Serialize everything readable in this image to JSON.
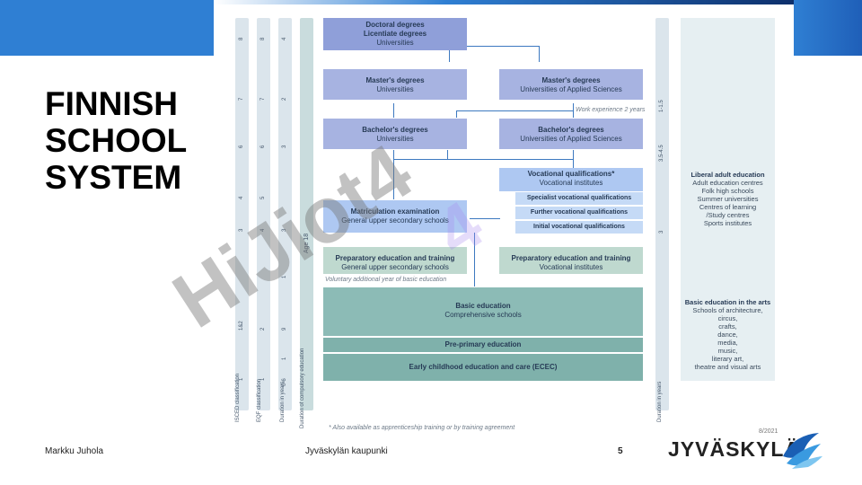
{
  "slide": {
    "title_lines": [
      "FINNISH",
      "SCHOOL",
      "SYSTEM"
    ],
    "author": "Markku Juhola",
    "organization": "Jyväskylän kaupunki",
    "page_number": "5",
    "logo_text": "JYVÄSKYLÄ",
    "date": "8/2021",
    "brand_color": "#2f7fd3"
  },
  "diagram": {
    "left_columns": {
      "col1_values": [
        "8",
        "7",
        "6",
        "4",
        "3",
        "1&2",
        "1"
      ],
      "col1_label": "ISCED classification",
      "col2_values": [
        "8",
        "7",
        "6",
        "5",
        "4",
        "2",
        "1"
      ],
      "col2_label": "EQF classification",
      "col3_values": [
        "4",
        "2",
        "3",
        "3",
        "3",
        "1",
        "9",
        "1",
        "0-6"
      ],
      "col3_label": "Duration in years",
      "col4_label": "Duration of compulsory education",
      "col4_marker": "Age 18"
    },
    "boxes": {
      "doctoral": {
        "title": "Doctoral degrees",
        "title2": "Licentiate degrees",
        "subtitle": "Universities"
      },
      "masters_uni": {
        "title": "Master's degrees",
        "subtitle": "Universities"
      },
      "masters_uas": {
        "title": "Master's degrees",
        "subtitle": "Universities of Applied Sciences"
      },
      "bachelors_uni": {
        "title": "Bachelor's degrees",
        "subtitle": "Universities"
      },
      "bachelors_uas": {
        "title": "Bachelor's degrees",
        "subtitle": "Universities of Applied Sciences"
      },
      "vocational": {
        "title": "Vocational qualifications*",
        "subtitle": "Vocational institutes"
      },
      "specialist": "Specialist vocational qualifications",
      "further": "Further vocational qualifications",
      "initial": "Initial vocational qualifications",
      "matriculation": {
        "title": "Matriculation examination",
        "subtitle": "General upper secondary schools"
      },
      "prep_general": {
        "title": "Preparatory education and training",
        "subtitle": "General upper secondary schools"
      },
      "prep_vocational": {
        "title": "Preparatory education and training",
        "subtitle": "Vocational institutes"
      },
      "basic": {
        "title": "Basic education",
        "subtitle": "Comprehensive schools"
      },
      "preprimary": "Pre-primary education",
      "ecec": "Early childhood education and care (ECEC)"
    },
    "notes": {
      "work_experience": "Work experience 2 years",
      "voluntary": "Voluntary additional year of basic education",
      "footnote": "* Also available as apprenticeship training or by training agreement"
    },
    "right_column": {
      "values": [
        "1-1.5",
        "3.5-4.5",
        "3"
      ],
      "label": "Duration in years"
    },
    "side_panel": {
      "adult_title": "Liberal adult education",
      "adult_items": [
        "Adult education centres",
        "Folk high schools",
        "Summer universities",
        "Centres of learning",
        "/Study centres",
        "Sports institutes"
      ],
      "arts_title": "Basic education in the arts",
      "arts_items": [
        "Schools of architecture,",
        "circus,",
        "crafts,",
        "dance,",
        "media,",
        "music,",
        "literary art,",
        "theatre and visual arts"
      ]
    },
    "watermark": "HiJiot4"
  }
}
